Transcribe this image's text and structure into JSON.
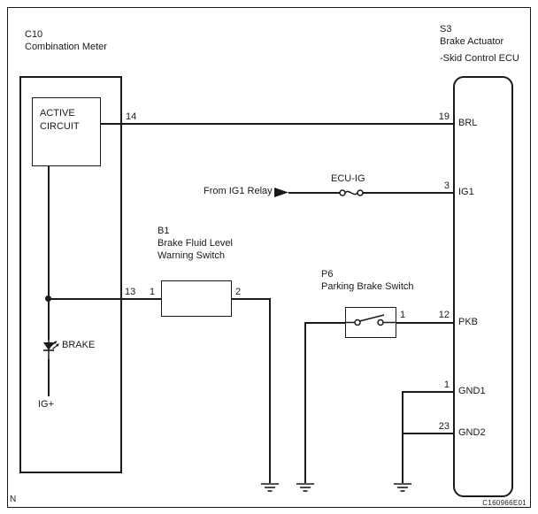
{
  "meta": {
    "corner_mark": "N",
    "doc_code": "C160966E01"
  },
  "colors": {
    "line": "#1a1a1a",
    "background": "#ffffff"
  },
  "combination_meter": {
    "id": "C10",
    "title": "Combination Meter",
    "active_circuit_line1": "ACTIVE",
    "active_circuit_line2": "CIRCUIT",
    "pin_14": "14",
    "pin_13": "13",
    "brake_indicator": "BRAKE",
    "power_label": "IG+"
  },
  "skid_control_ecu": {
    "id": "S3",
    "title_line1": "Brake Actuator",
    "title_line2": "-Skid Control ECU",
    "pins": [
      {
        "num": "19",
        "label": "BRL"
      },
      {
        "num": "3",
        "label": "IG1"
      },
      {
        "num": "12",
        "label": "PKB"
      },
      {
        "num": "1",
        "label": "GND1"
      },
      {
        "num": "23",
        "label": "GND2"
      }
    ]
  },
  "brake_fluid_switch": {
    "id": "B1",
    "title_line1": "Brake Fluid Level",
    "title_line2": "Warning Switch",
    "pin_left": "1",
    "pin_right": "2"
  },
  "parking_brake_switch": {
    "id": "P6",
    "title": "Parking Brake Switch",
    "pin": "1"
  },
  "ig1_feed": {
    "source_label": "From IG1 Relay",
    "fuse_label": "ECU-IG"
  }
}
